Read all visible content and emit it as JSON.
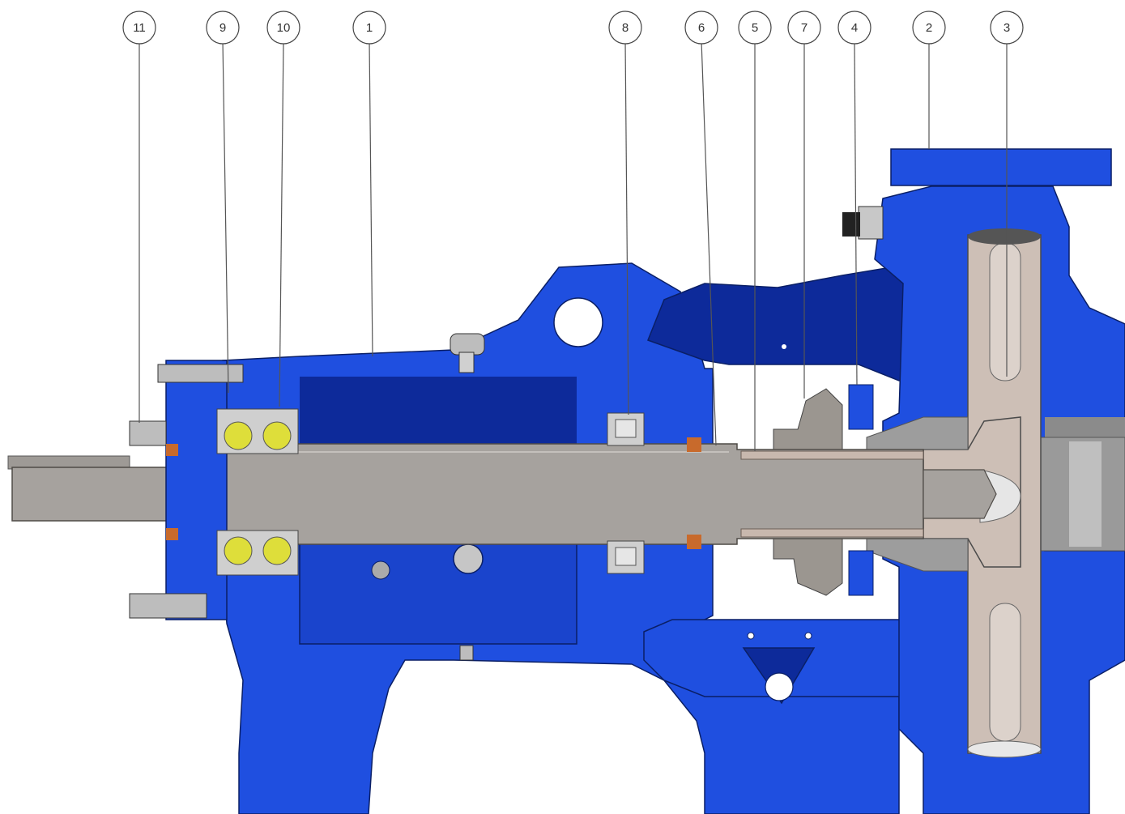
{
  "diagram": {
    "colors": {
      "casing": "#1f4fe0",
      "casing_dark": "#0d2a9a",
      "casing_shadow": "#0a1e78",
      "shaft": "#a6a29e",
      "shaft_dark": "#7d7874",
      "impeller": "#cdbfb6",
      "bearing_ball": "#dede3a",
      "seal_copper": "#c86a2c",
      "bolt": "#bdbdbd",
      "background": "#ffffff"
    },
    "callouts": [
      {
        "id": "11",
        "label": "11"
      },
      {
        "id": "9",
        "label": "9"
      },
      {
        "id": "10",
        "label": "10"
      },
      {
        "id": "1",
        "label": "1"
      },
      {
        "id": "8",
        "label": "8"
      },
      {
        "id": "6",
        "label": "6"
      },
      {
        "id": "5",
        "label": "5"
      },
      {
        "id": "7",
        "label": "7"
      },
      {
        "id": "4",
        "label": "4"
      },
      {
        "id": "2",
        "label": "2"
      },
      {
        "id": "3",
        "label": "3"
      }
    ]
  }
}
